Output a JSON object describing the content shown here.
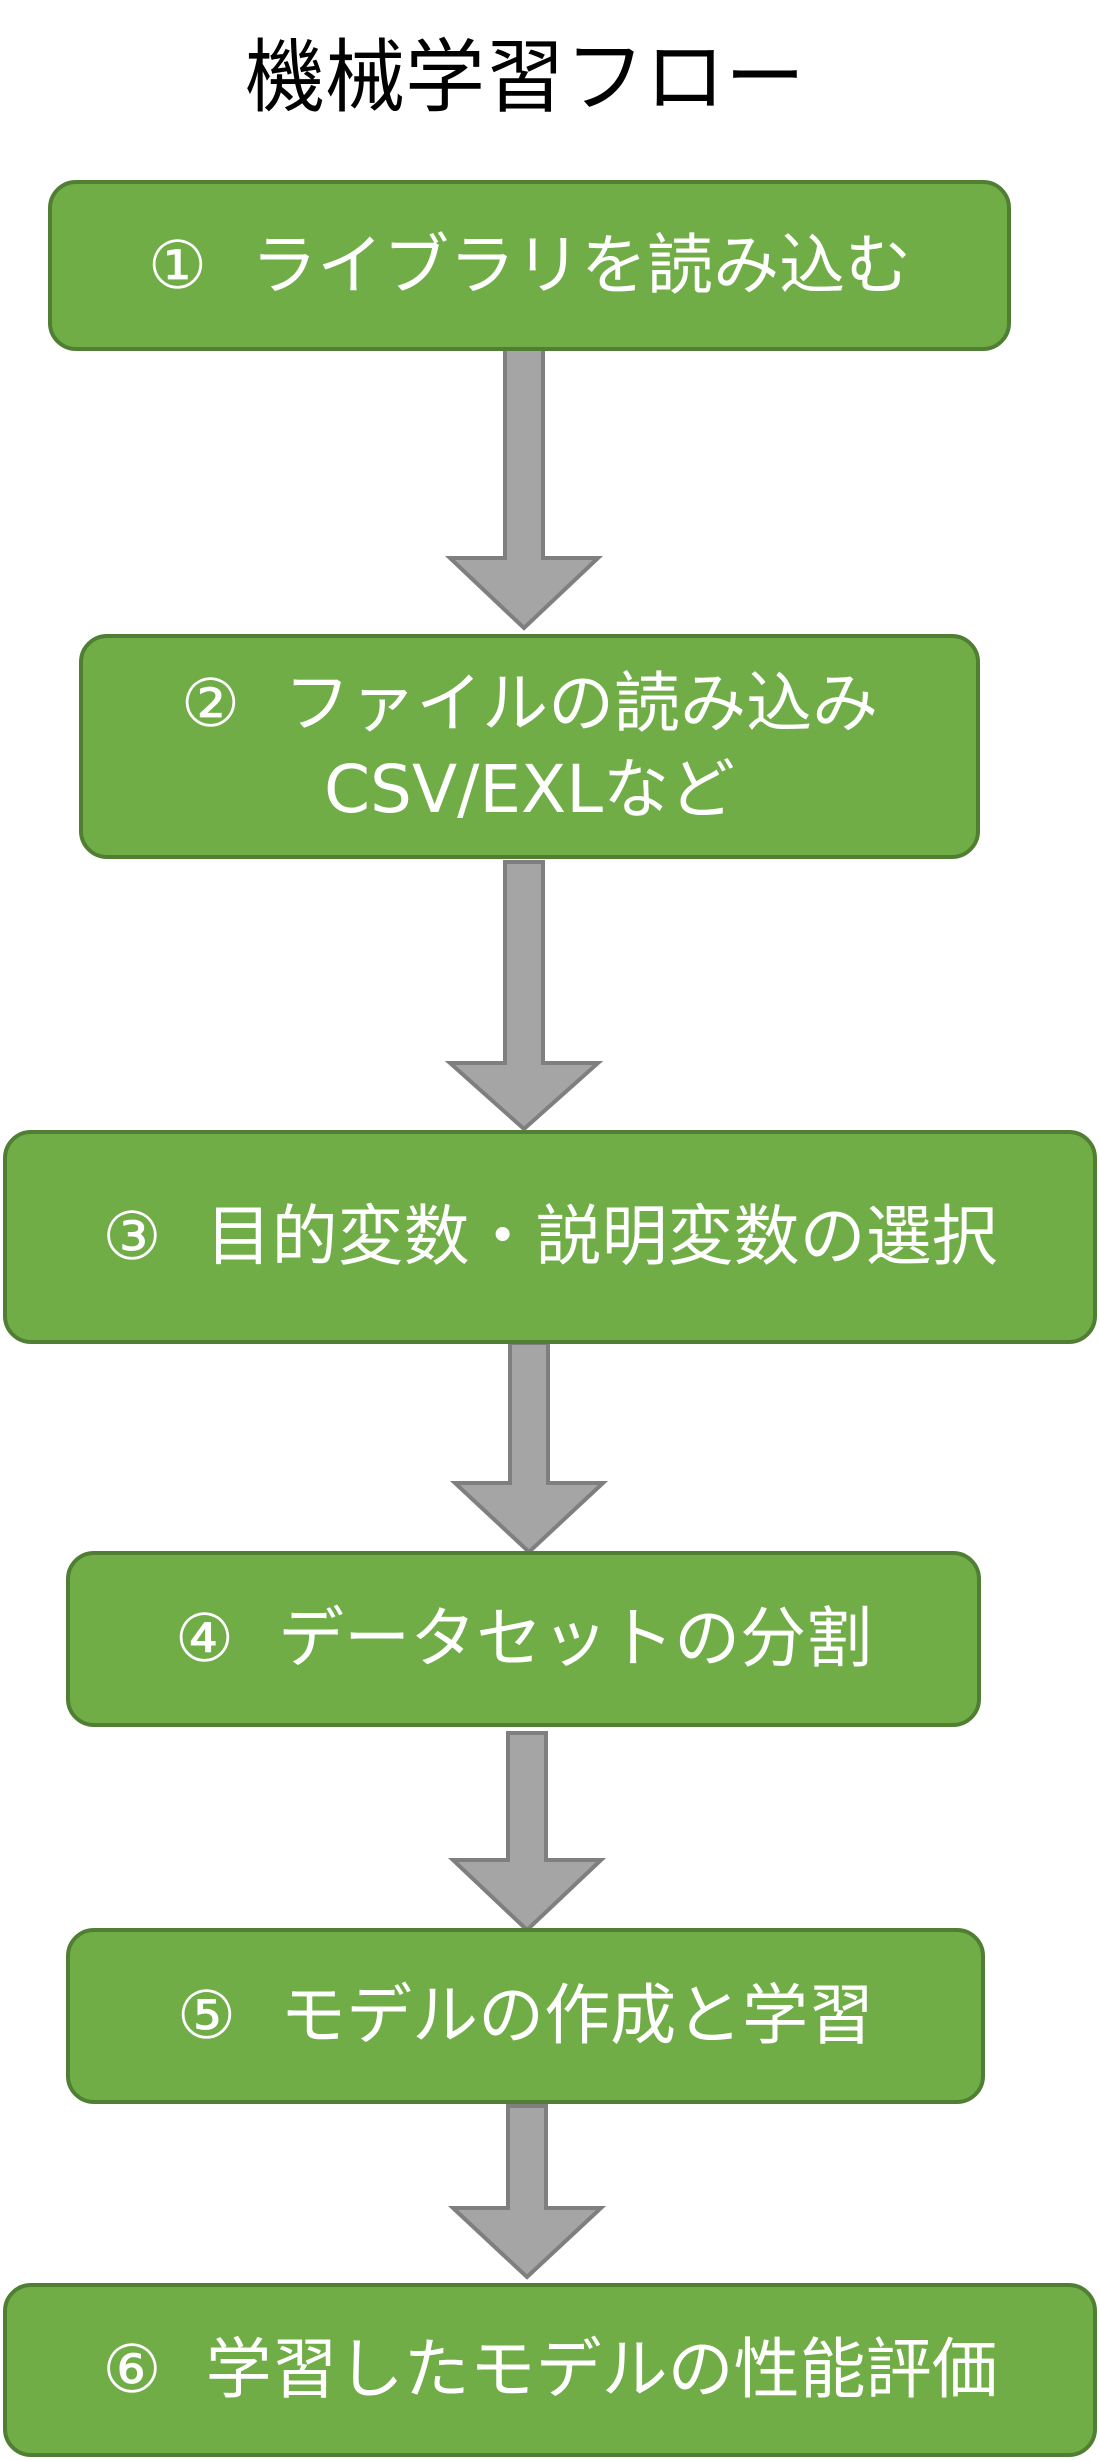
{
  "diagram": {
    "title": "機械学習フロー",
    "steps": [
      {
        "number": "①",
        "lines": [
          "ライブラリを読み込む"
        ]
      },
      {
        "number": "②",
        "lines": [
          "ファイルの読み込み",
          "CSV/EXLなど"
        ]
      },
      {
        "number": "③",
        "lines": [
          "目的変数・説明変数の選択"
        ]
      },
      {
        "number": "④",
        "lines": [
          "データセットの分割"
        ]
      },
      {
        "number": "⑤",
        "lines": [
          "モデルの作成と学習"
        ]
      },
      {
        "number": "⑥",
        "lines": [
          "学習したモデルの性能評価"
        ]
      }
    ],
    "colors": {
      "box_fill": "#70ad47",
      "box_border": "#507e32",
      "box_text": "#ffffff",
      "arrow_fill": "#a5a5a5",
      "arrow_border": "#7f7f7f"
    }
  }
}
